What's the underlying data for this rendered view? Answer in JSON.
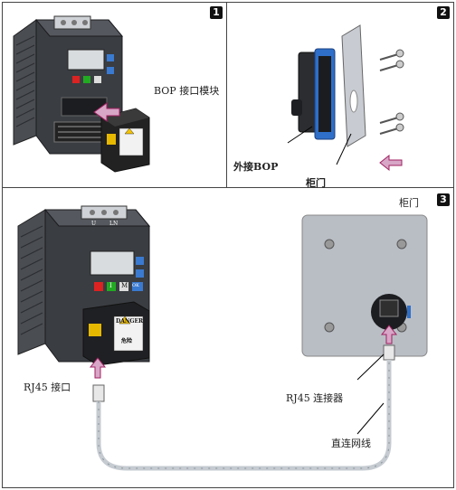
{
  "steps": [
    {
      "number": "1",
      "label_bop": "BOP 接口模块"
    },
    {
      "number": "2",
      "label_ext_bop": "外接BOP",
      "label_door": "柜门"
    },
    {
      "number": "3",
      "label_door": "柜门",
      "label_rj45_port": "RJ45 接口",
      "label_rj45_connector": "RJ45 连接器",
      "label_cable": "直连网线"
    }
  ],
  "danger": {
    "title": "DANGER",
    "title_zh": "危险"
  },
  "keypad": {
    "key_i": "I",
    "key_m": "M",
    "key_ok": "OK"
  },
  "terminals": {
    "u": "U",
    "l": "LN"
  },
  "colors": {
    "arrow_fill": "#d8a6c7",
    "arrow_stroke": "#a02060",
    "bop_blue": "#2f6fc9",
    "door_gray": "#c8ccd2",
    "panel_gray": "#b9bec5",
    "device_dark": "#3a3d42"
  }
}
